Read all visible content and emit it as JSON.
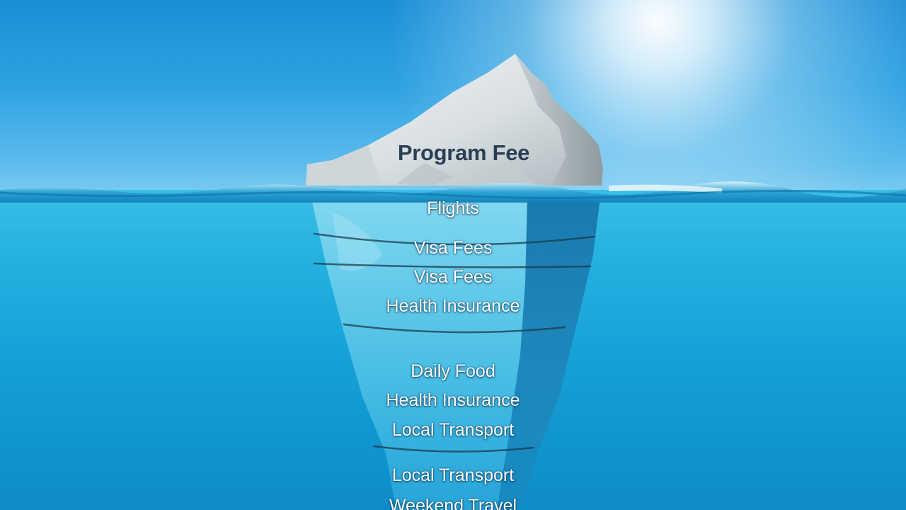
{
  "iceberg": {
    "tip_label": "Program Fee",
    "hidden_labels": [
      "Flights",
      "Visa Fees",
      "Visa Fees",
      "Health Insurance",
      "Daily Food",
      "Health Insurance",
      "Local Transport",
      "Local Transport",
      "Weekend Travel"
    ]
  },
  "colors": {
    "sky": "#2fa2e2",
    "water": "#14a0d6",
    "ice": "#e4e8ea",
    "tip_text": "#2b3f54",
    "hidden_text": "#ffffff"
  }
}
